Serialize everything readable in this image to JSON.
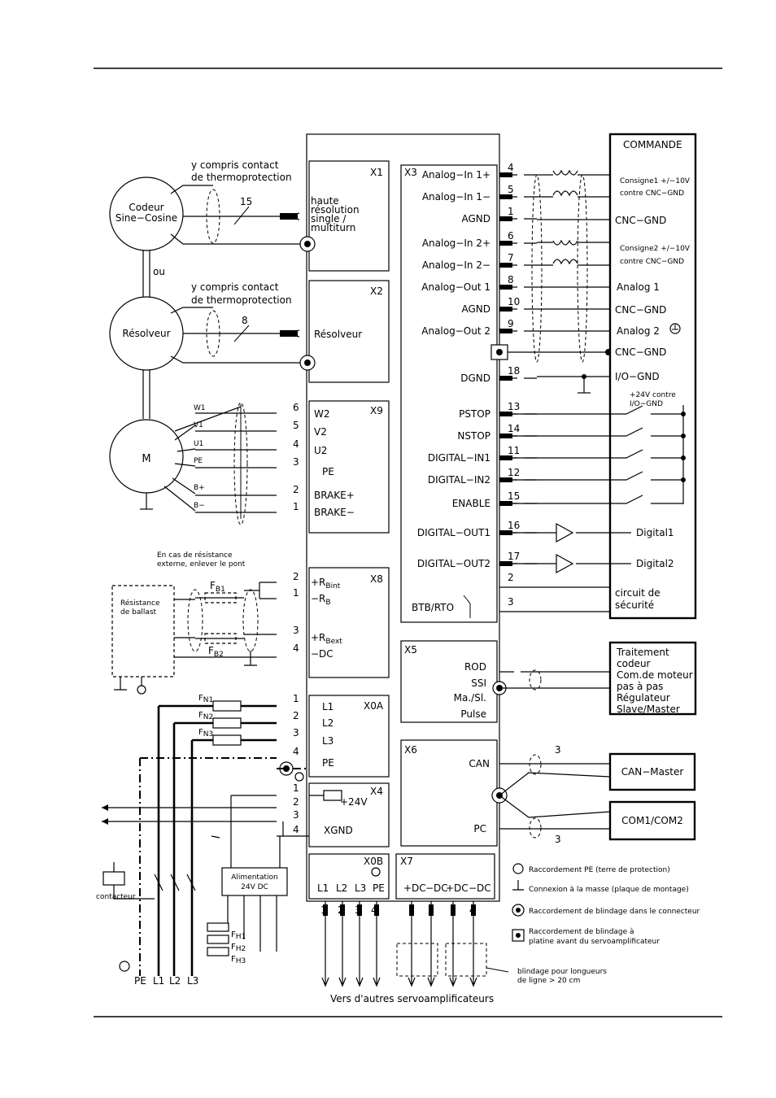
{
  "colors": {
    "line": "#000000",
    "background": "#ffffff"
  },
  "encoder": {
    "thermo_note_1": "y compris contact",
    "thermo_note_2": "de thermoprotection",
    "codeur_line1": "Codeur",
    "codeur_line2": "Sine−Cosine",
    "wire_count": "15",
    "ou": "ou",
    "resolver_note_1": "y compris contact",
    "resolver_note_2": "de thermoprotection",
    "resolver": "Résolveur",
    "resolver_wire_count": "8",
    "motor": "M"
  },
  "x1": {
    "id": "X1",
    "lines": [
      "haute",
      "résolution",
      "single  /",
      "multiturn"
    ]
  },
  "x2": {
    "id": "X2",
    "label": "Résolveur"
  },
  "x9": {
    "id": "X9",
    "pins": [
      "6",
      "5",
      "4",
      "3",
      "2",
      "1"
    ],
    "labels": [
      "W2",
      "V2",
      "U2",
      "PE",
      "BRAKE+",
      "BRAKE−"
    ],
    "motor_wires": [
      "W1",
      "V1",
      "U1",
      "PE",
      "B+",
      "B−"
    ]
  },
  "x3": {
    "id": "X3",
    "signals": [
      {
        "label": "Analog−In  1+",
        "pin": "4"
      },
      {
        "label": "Analog−In  1−",
        "pin": "5"
      },
      {
        "label": "AGND",
        "pin": "1"
      },
      {
        "label": "Analog−In  2+",
        "pin": "6"
      },
      {
        "label": "Analog−In  2−",
        "pin": "7"
      },
      {
        "label": "Analog−Out  1",
        "pin": "8"
      },
      {
        "label": "AGND",
        "pin": "10"
      },
      {
        "label": "Analog−Out  2",
        "pin": "9"
      },
      {
        "label": "DGND",
        "pin": "18"
      },
      {
        "label": "PSTOP",
        "pin": "13"
      },
      {
        "label": "NSTOP",
        "pin": "14"
      },
      {
        "label": "DIGITAL−IN1",
        "pin": "11"
      },
      {
        "label": "DIGITAL−IN2",
        "pin": "12"
      },
      {
        "label": "ENABLE",
        "pin": "15"
      },
      {
        "label": "DIGITAL−OUT1",
        "pin": "16"
      },
      {
        "label": "DIGITAL−OUT2",
        "pin": "17"
      }
    ],
    "btb_label": "BTB/RTO",
    "btb_pins": [
      "2",
      "3"
    ]
  },
  "commande": {
    "title": "COMMANDE",
    "consigne1": "Consigne1 +/−10V",
    "contre1": "contre CNC−GND",
    "cnc_gnd": "CNC−GND",
    "consigne2": "Consigne2 +/−10V",
    "contre2": "contre CNC−GND",
    "analog1": "Analog  1",
    "analog2": "Analog  2",
    "io_gnd": "I/O−GND",
    "plus24_1": "+24V contre",
    "plus24_2": "I/O−GND",
    "digital1": "Digital1",
    "digital2": "Digital2",
    "safety_1": "circuit  de",
    "safety_2": "sécurité"
  },
  "x8": {
    "id": "X8",
    "pins": [
      "2",
      "1",
      "3",
      "4"
    ],
    "labels": [
      "+R",
      "−R",
      "+R",
      "−DC"
    ],
    "subs": [
      "Bint",
      "B",
      "Bext",
      ""
    ],
    "note_1": "En cas de résistance",
    "note_2": "externe, enlever le pont",
    "ballast_1": "Résistance",
    "ballast_2": "de ballast",
    "fb1": "F",
    "fb1_sub": "B1",
    "fb2": "F",
    "fb2_sub": "B2"
  },
  "x5": {
    "id": "X5",
    "labels": [
      "ROD",
      "SSI",
      "Ma./Sl.",
      "Pulse"
    ],
    "target": [
      "Traitement",
      "codeur",
      "Com.de moteur",
      "pas à pas",
      "Régulateur",
      "Slave/Master"
    ]
  },
  "x0a": {
    "id": "X0A",
    "pins": [
      "1",
      "2",
      "3",
      "4"
    ],
    "labels": [
      "L1",
      "L2",
      "L3",
      "PE"
    ],
    "fuses": [
      "N1",
      "N2",
      "N3"
    ]
  },
  "x6": {
    "id": "X6",
    "labels": [
      "CAN",
      "PC"
    ],
    "can_master": "CAN−Master",
    "com": "COM1/COM2",
    "wire_count": "3"
  },
  "x4": {
    "id": "X4",
    "pins": [
      "1",
      "2",
      "3",
      "4"
    ],
    "plus24": "+24V",
    "xgnd": "XGND"
  },
  "x0b": {
    "id": "X0B",
    "labels": [
      "L1",
      "L2",
      "L3",
      "PE"
    ],
    "pins": [
      "1",
      "2",
      "3",
      "4"
    ]
  },
  "x7": {
    "id": "X7",
    "labels": [
      "+DC",
      "−DC",
      "+DC",
      "−DC"
    ],
    "pins": [
      "1",
      "2",
      "3",
      "4"
    ]
  },
  "power": {
    "supply_1": "Alimentation",
    "supply_2": "24V DC",
    "contacteur": "contacteur",
    "fh": [
      "H1",
      "H2",
      "H3"
    ],
    "mains": [
      "PE",
      "L1",
      "L2",
      "L3"
    ],
    "vers": "Vers  d'autres  servoamplificateurs"
  },
  "legend": [
    "Raccordement PE (terre de protection)",
    "Connexion à la masse (plaque de montage)",
    "Raccordement de blindage dans le connecteur",
    "Raccordement de blindage à",
    "platine avant du servoamplificateur"
  ],
  "shield_note_1": "blindage pour longueurs",
  "shield_note_2": "de ligne > 20 cm"
}
